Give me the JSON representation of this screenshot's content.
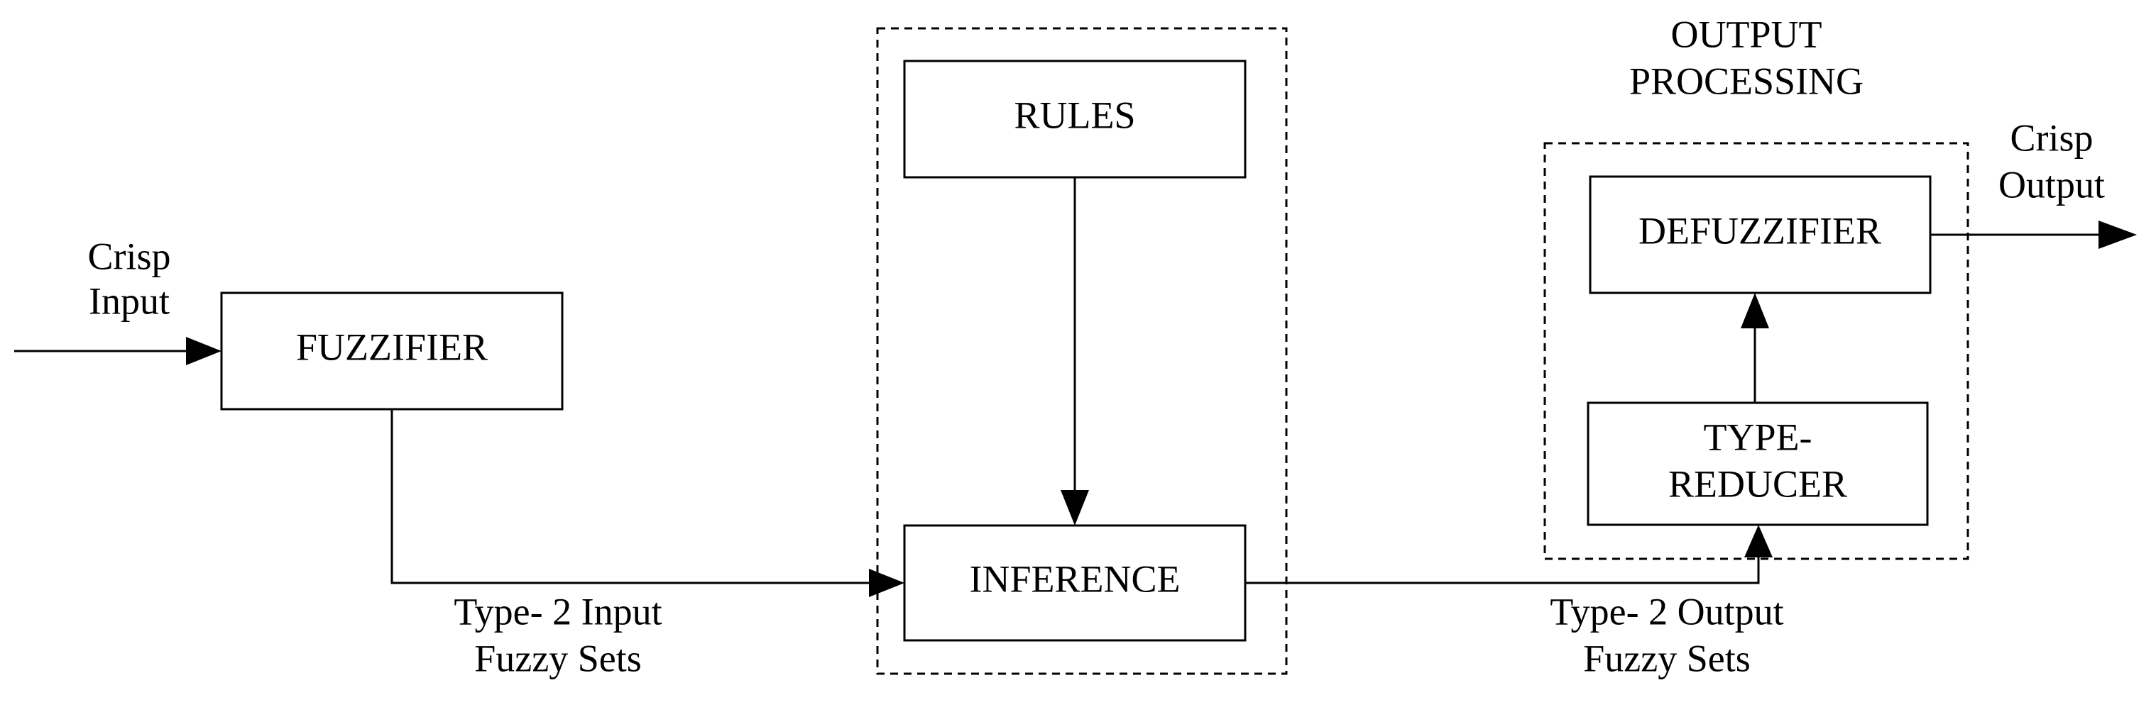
{
  "blocks": {
    "fuzzifier": "FUZZIFIER",
    "rules": "RULES",
    "inference": "INFERENCE",
    "defuzzifier": "DEFUZZIFIER",
    "type_reducer_line1": "TYPE-",
    "type_reducer_line2": "REDUCER"
  },
  "labels": {
    "crisp_input_line1": "Crisp",
    "crisp_input_line2": "Input",
    "crisp_output_line1": "Crisp",
    "crisp_output_line2": "Output",
    "output_processing_line1": "OUTPUT",
    "output_processing_line2": "PROCESSING",
    "type2_input_line1": "Type- 2 Input",
    "type2_input_line2": "Fuzzy Sets",
    "type2_output_line1": "Type- 2 Output",
    "type2_output_line2": "Fuzzy Sets"
  }
}
